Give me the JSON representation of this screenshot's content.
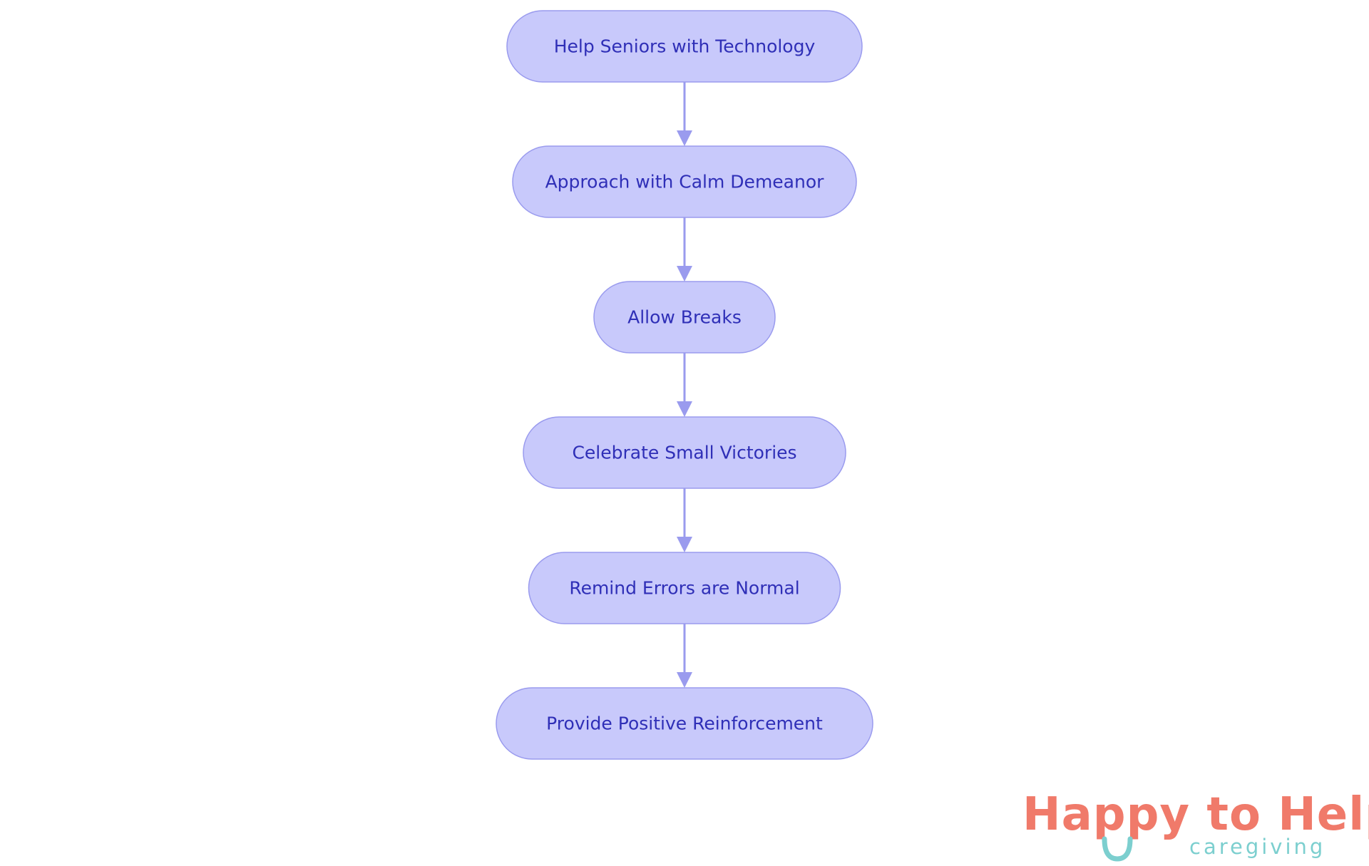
{
  "diagram": {
    "type": "flowchart",
    "direction": "top-to-bottom",
    "colors": {
      "node_fill": "#c8c9fb",
      "node_stroke": "#9a9bee",
      "node_text": "#2f2fb7",
      "edge": "#9a9bee"
    },
    "nodes": [
      {
        "id": "n1",
        "label": "Help Seniors with Technology"
      },
      {
        "id": "n2",
        "label": "Approach with Calm Demeanor"
      },
      {
        "id": "n3",
        "label": "Allow Breaks"
      },
      {
        "id": "n4",
        "label": "Celebrate Small Victories"
      },
      {
        "id": "n5",
        "label": "Remind Errors are Normal"
      },
      {
        "id": "n6",
        "label": "Provide Positive Reinforcement"
      }
    ],
    "edges": [
      {
        "from": "n1",
        "to": "n2"
      },
      {
        "from": "n2",
        "to": "n3"
      },
      {
        "from": "n3",
        "to": "n4"
      },
      {
        "from": "n4",
        "to": "n5"
      },
      {
        "from": "n5",
        "to": "n6"
      }
    ]
  },
  "logo": {
    "word1": "Happy",
    "word2": "to",
    "word3": "Help",
    "tagline": "caregiving",
    "colors": {
      "coral": "#f07a6a",
      "teal": "#7ccfcf"
    }
  }
}
